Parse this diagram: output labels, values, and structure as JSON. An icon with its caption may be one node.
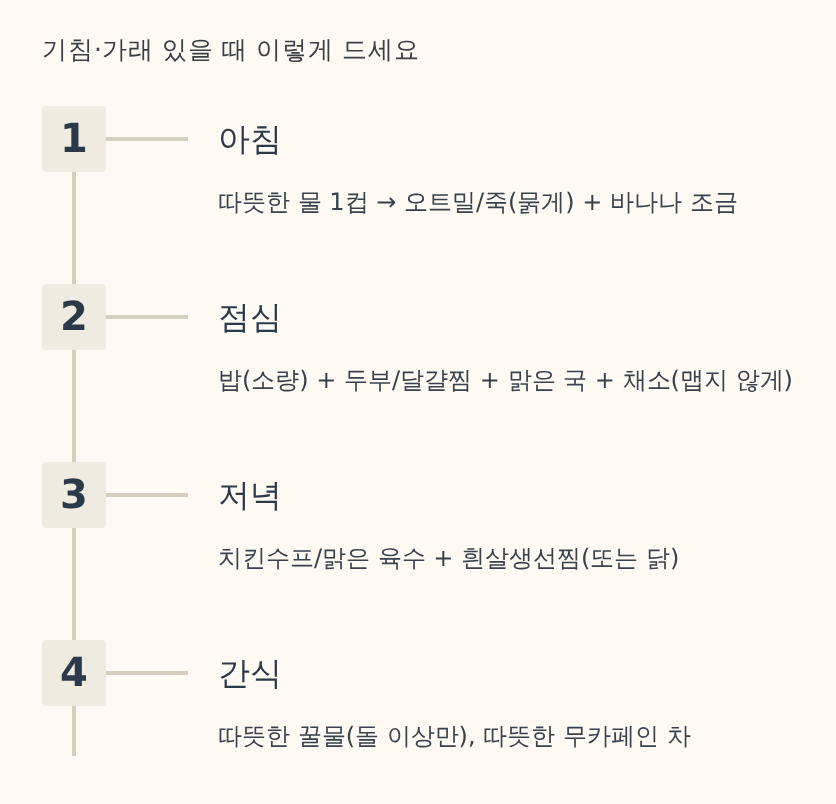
{
  "diagram": {
    "title": "기침·가래 있을 때 이렇게 드세요",
    "nodes": [
      {
        "text": [
          "1"
        ]
      },
      {
        "text": [
          "아침",
          "따뜻한 물 1컵 → 오트밀/죽(묽게) + 바나나 조금"
        ]
      },
      {
        "text": [
          "2"
        ]
      },
      {
        "text": [
          "점심",
          "밥(소량) + 두부/달걀찜 + 맑은 국 + 채소(맵지 않게)"
        ]
      },
      {
        "text": [
          "3"
        ]
      },
      {
        "text": [
          "저녁",
          "치킨수프/맑은 육수 + 흰살생선찜(또는 닭)"
        ]
      },
      {
        "text": [
          "4"
        ]
      },
      {
        "text": [
          "간식",
          "따뜻한 꿀물(돌 이상만), 따뜻한 무카페인 차"
        ]
      }
    ],
    "edges": [
      {
        "from": 0,
        "to": 1,
        "arrow": "none"
      },
      {
        "from": 0,
        "to": 2,
        "arrow": "none"
      },
      {
        "from": 2,
        "to": 3,
        "arrow": "none"
      },
      {
        "from": 2,
        "to": 4,
        "arrow": "none"
      },
      {
        "from": 4,
        "to": 5,
        "arrow": "none"
      },
      {
        "from": 4,
        "to": 6,
        "arrow": "none"
      },
      {
        "from": 6,
        "to": 7,
        "arrow": "none"
      },
      {
        "from": 6,
        "to": null,
        "arrow": "none"
      }
    ]
  }
}
